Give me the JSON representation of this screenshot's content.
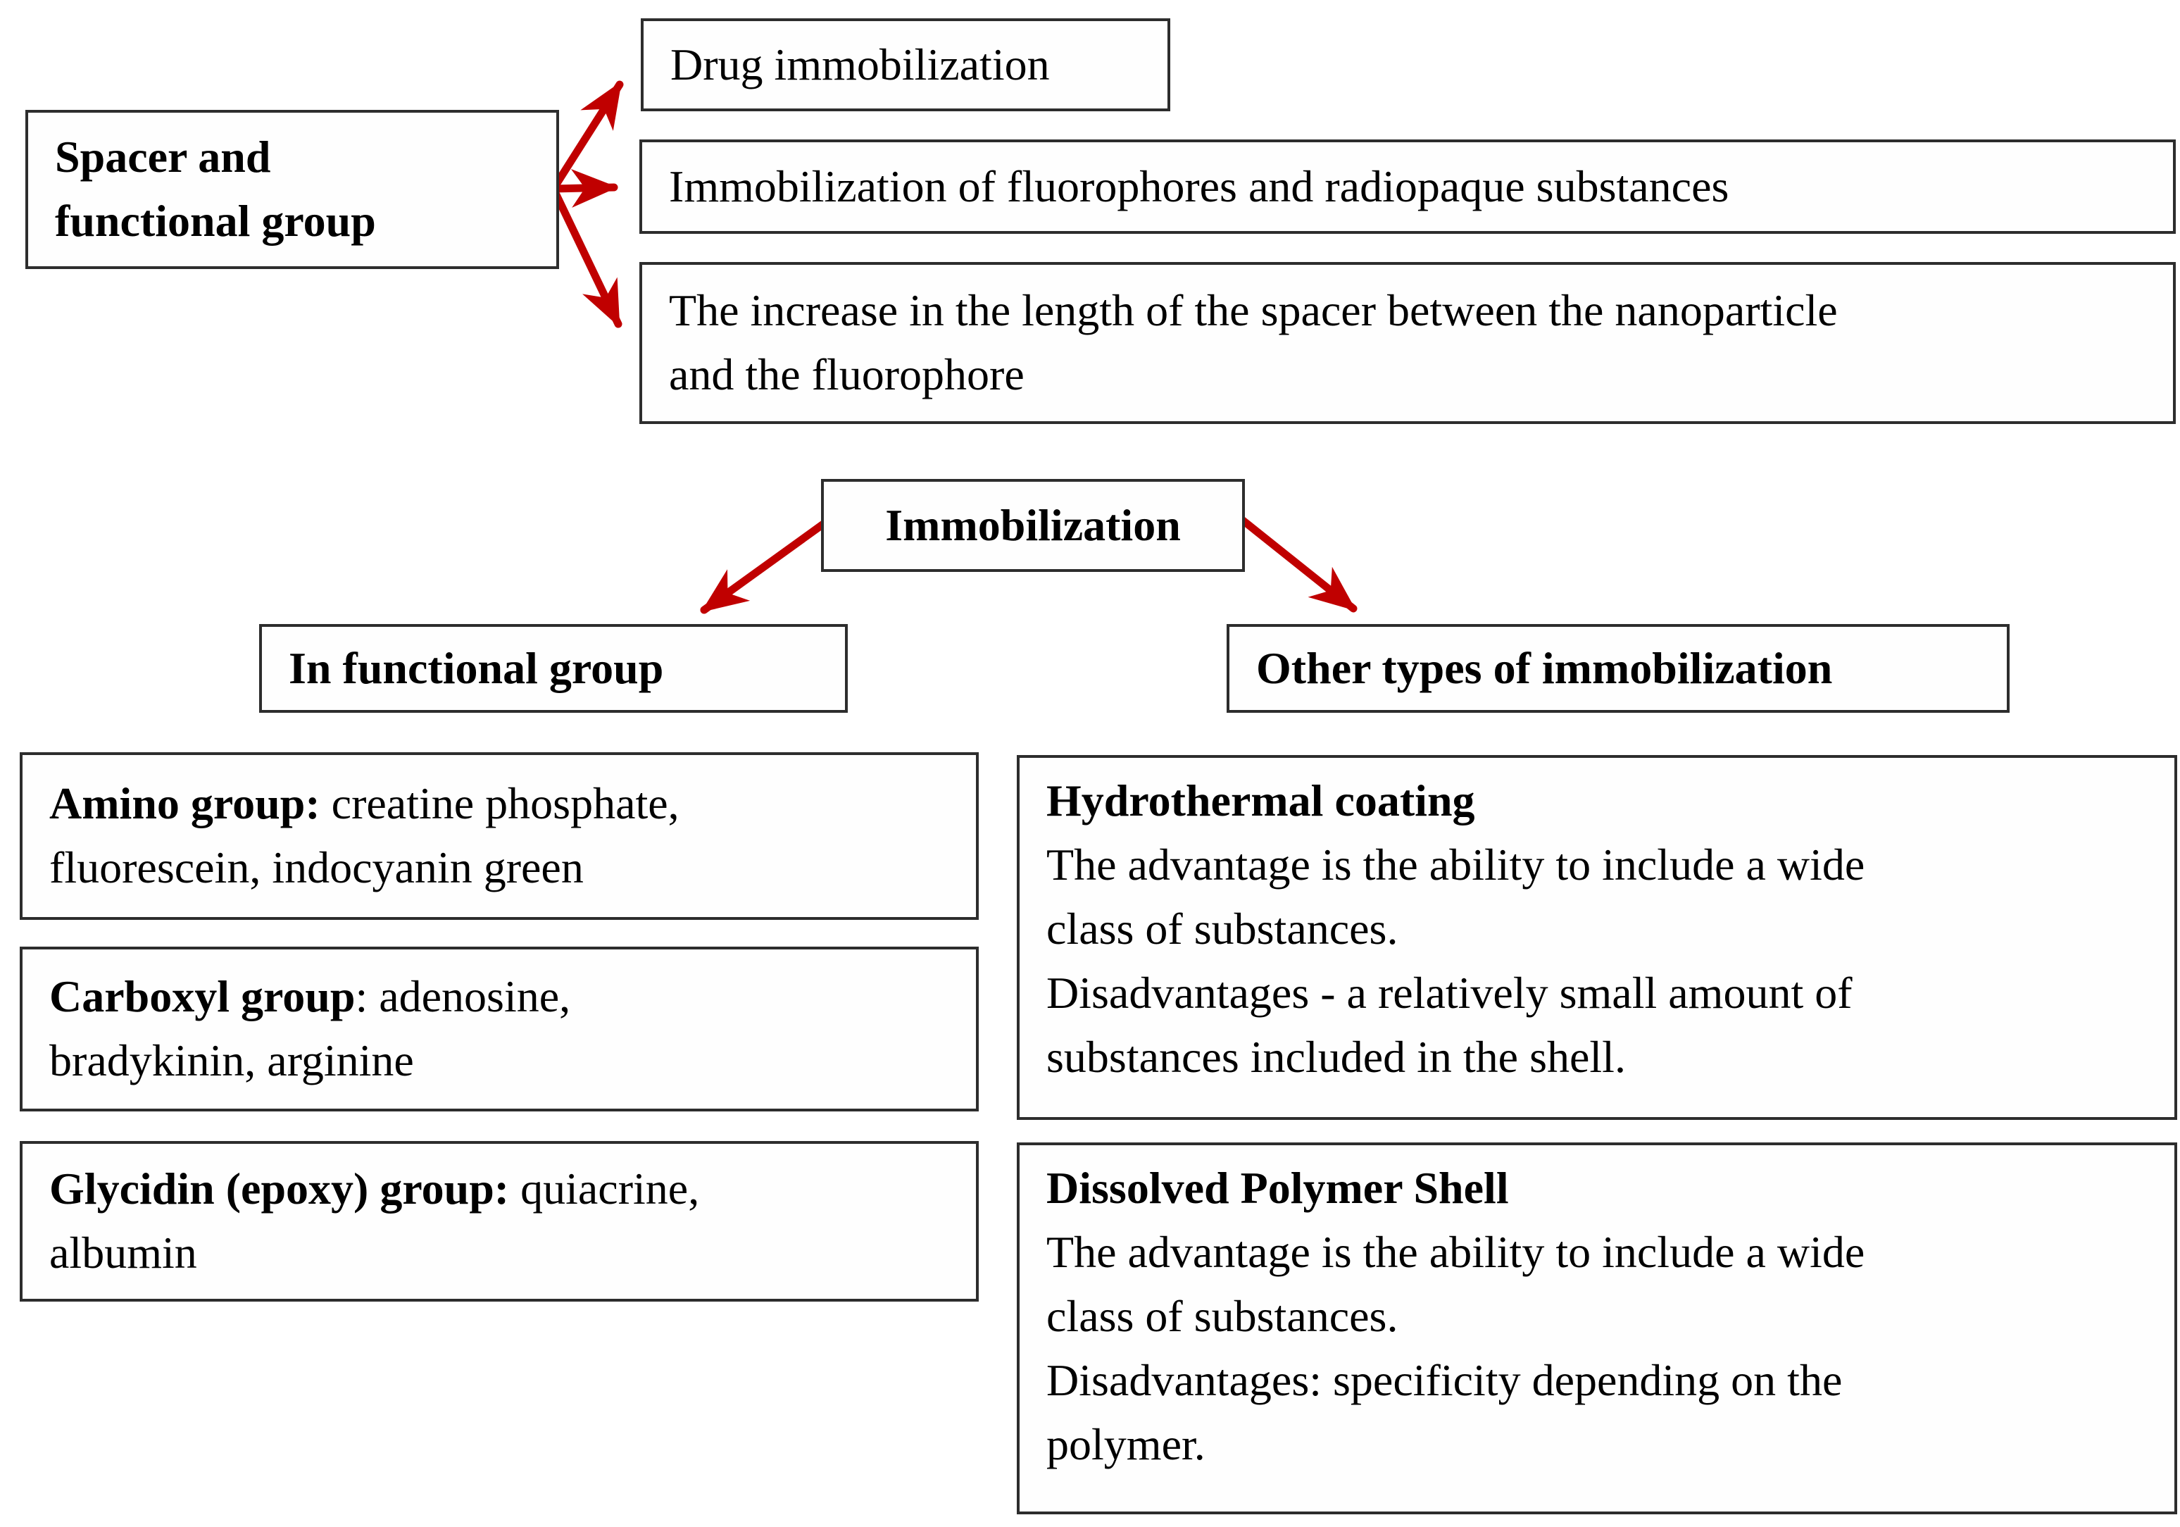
{
  "diagram": {
    "arrow_color": "#c00000",
    "spacer_box": {
      "label": "Spacer and\nfunctional group"
    },
    "spacer_targets": [
      {
        "label": "Drug immobilization"
      },
      {
        "label": "Immobilization of fluorophores and radiopaque substances"
      },
      {
        "label": "The increase in the length of the spacer between the nanoparticle\nand the fluorophore"
      }
    ],
    "root_box": {
      "label": "Immobilization"
    },
    "branch_boxes": [
      {
        "label": "In functional group"
      },
      {
        "label": "Other types of immobilization"
      }
    ],
    "functional_group_boxes": [
      {
        "bold": "Amino group:",
        "rest": " creatine phosphate,\nfluorescein, indocyanin green"
      },
      {
        "bold": "Carboxyl group",
        "rest": ": adenosine,\nbradykinin, arginine"
      },
      {
        "bold": "Glycidin (epoxy) group:",
        "rest": " quiacrine,\nalbumin"
      }
    ],
    "other_type_boxes": [
      {
        "title": "Hydrothermal coating",
        "body": "The advantage is the ability to include a wide\nclass of substances.\nDisadvantages - a relatively small amount of\nsubstances included in the shell."
      },
      {
        "title": "Dissolved Polymer Shell",
        "body": "The advantage is the ability to include a wide\nclass of substances.\nDisadvantages: specificity depending on the\npolymer."
      }
    ]
  }
}
